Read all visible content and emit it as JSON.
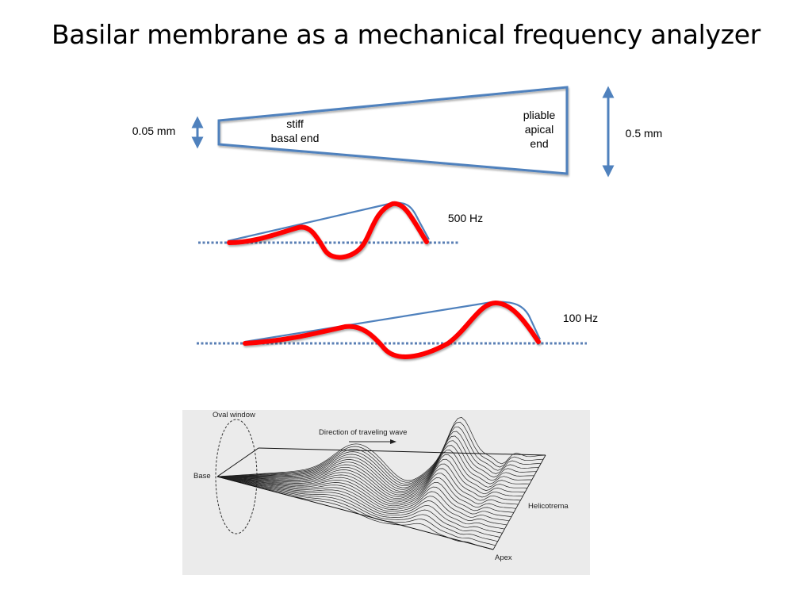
{
  "title": "Basilar membrane as a mechanical frequency analyzer",
  "membrane": {
    "basal_width": "0.05 mm",
    "apical_width": "0.5 mm",
    "basal_label_line1": "stiff",
    "basal_label_line2": "basal end",
    "apical_label_line1": "pliable",
    "apical_label_line2": "apical",
    "apical_label_line3": "end"
  },
  "waves": [
    {
      "frequency": "500 Hz"
    },
    {
      "frequency": "100 Hz"
    }
  ],
  "illustration": {
    "oval_window": "Oval window",
    "direction": "Direction of traveling wave",
    "base": "Base",
    "helicotrema": "Helicotrema",
    "apex": "Apex"
  },
  "colors": {
    "outline_blue": "#4f81bd",
    "wave_red": "#ff0000",
    "baseline_dotted": "#5a7fb5",
    "photo_background": "#ebebeb"
  }
}
